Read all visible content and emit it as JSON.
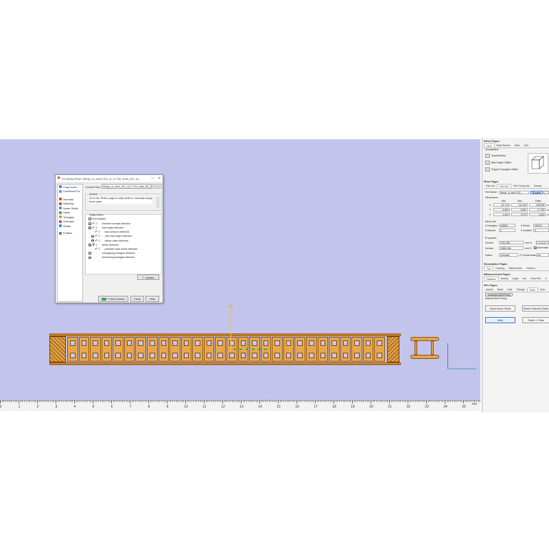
{
  "wizard": {
    "title": "Fix Wizard [Part: Merge_of_shell_001_of_G-Y00_shell_002_of_...",
    "close": "✕",
    "minimize": "—",
    "nav": [
      {
        "label": "Diagnostics",
        "color": "#4a7fc1"
      },
      {
        "label": "Combined Fix",
        "color": "#7a9ac8"
      },
      {
        "label": "Normals",
        "color": "#c84a4a"
      },
      {
        "label": "Stitching",
        "color": "#8a6a3a"
      },
      {
        "label": "Noise Shells",
        "color": "#6a8ac8"
      },
      {
        "label": "Holes",
        "color": "#5a9a5a"
      },
      {
        "label": "Triangles",
        "color": "#c89a3a"
      },
      {
        "label": "Overlaps",
        "color": "#8a5ac8"
      },
      {
        "label": "Shells",
        "color": "#3a8ac8"
      },
      {
        "label": "Profiles",
        "color": "#4a7fc1"
      }
    ],
    "current_part_label": "Current Part:",
    "current_part_value": "Merge_of_shell_001_of_G-Y00_shell_002_o ▾",
    "next_label": "Next",
    "advice_title": "Advice",
    "advice_text": "Go to the 'Shells' page to unify shells or manually merge some parts.",
    "diagnostics_title": "Diagnostics",
    "full_analysis": "Full Analysis",
    "rows": [
      {
        "label": "inverted normals detected",
        "count": "0",
        "checked": true,
        "status": "ok"
      },
      {
        "label": "bad edges detected",
        "count": "0",
        "checked": true,
        "status": "ok"
      },
      {
        "label": "bad contours detected",
        "count": "0",
        "checked": false,
        "status": "ok"
      },
      {
        "label": "near bad edges detected",
        "count": "0",
        "checked": true,
        "status": "ok"
      },
      {
        "label": "planar holes detected",
        "count": "0",
        "checked": true,
        "status": "ok"
      },
      {
        "label": "shells detected",
        "count": "2",
        "checked": true,
        "status": "bad"
      },
      {
        "label": "possible noise shells detected",
        "count": "0",
        "checked": false,
        "status": "ok"
      },
      {
        "label": "overlapping triangles detected",
        "count": "-",
        "checked": false,
        "status": "none"
      },
      {
        "label": "intersecting triangles detected",
        "count": "-",
        "checked": false,
        "status": "none"
      }
    ],
    "update": "Update",
    "follow_advice": "Follow Advice",
    "close_btn": "Close",
    "help_btn": "Help"
  },
  "ruler": {
    "labels": [
      "0",
      "1",
      "2",
      "3",
      "4",
      "5",
      "6",
      "7",
      "8",
      "9",
      "10",
      "11",
      "12",
      "13",
      "14",
      "15",
      "16",
      "17",
      "18",
      "19",
      "20",
      "21",
      "22",
      "23",
      "24",
      "25"
    ],
    "unit": "cm"
  },
  "panel": {
    "view_pages": "View Pages",
    "view_tabs": [
      "View",
      "Multi-Section",
      "Slice",
      "Grid"
    ],
    "visualization": "Visualization",
    "vis_items": [
      "Shaded/Wire",
      "Bad Edges Visible",
      "Flipped Triangles Visible"
    ],
    "part_pages": "Part Pages",
    "part_tabs": [
      "Part List",
      "Part Info",
      "Part Fixing Info",
      "Scenes"
    ],
    "part_name_label": "Part Name",
    "part_name_value": "Merge_of_shell_001...",
    "rename": "Rename",
    "dimensions": "Dimensions",
    "dim_headers": [
      "Min",
      "Max",
      "Delta"
    ],
    "dim_rows": [
      {
        "axis": "X",
        "min": "-87,714",
        "max": "111,232",
        "delta": "208,946",
        "unit": "mm"
      },
      {
        "axis": "Y",
        "min": "-8,809",
        "max": "8,987",
        "delta": "17,795",
        "unit": "mm"
      },
      {
        "axis": "Z",
        "min": "-1,561",
        "max": "2,072",
        "delta": "3,633",
        "unit": "mm"
      }
    ],
    "mesh_info": "Mesh info",
    "triangles_label": "# Triangles",
    "triangles_value": "618620",
    "points_label": "# Points",
    "points_value": "309121",
    "marked_label": "# Marked",
    "marked_value": "0",
    "invisible_label": "# Invisible",
    "invisible_value": "0",
    "properties": "Properties",
    "volume_label": "Volume",
    "volume_value": "2331,398",
    "volume_unit": "mm^3",
    "update": "Update",
    "surface_label": "Surface",
    "surface_value": "13865,366",
    "surface_unit": "mm^2",
    "automatic": "Automatic",
    "status_label": "Status",
    "status_value": "Changed",
    "compensated_label": "Z Compensated",
    "compensated_value": "No",
    "annotation_pages": "Annotation Pages",
    "annotation_tabs": [
      "Text",
      "Drawing",
      "Attachments",
      "Textures"
    ],
    "measurement_pages": "Measurement Pages",
    "measurement_tabs": [
      "Distance",
      "Radius",
      "Angle",
      "Info",
      "Final Part",
      "C"
    ],
    "fix_pages": "Fix Pages",
    "fix_tabs": [
      "Autofix",
      "Basic",
      "Hole",
      "Triangle",
      "Shell",
      "Over"
    ],
    "automatic_shell_fixing": "Automatic Shell Fixing",
    "manual_shell_fixing": "Manual Shell Fixing",
    "select_noise_shells": "Select Noise Shells",
    "delete_selected_shells": "Delete Selected Shells",
    "unify": "Unify",
    "shells_to_parts": "Shells -> Parts"
  }
}
